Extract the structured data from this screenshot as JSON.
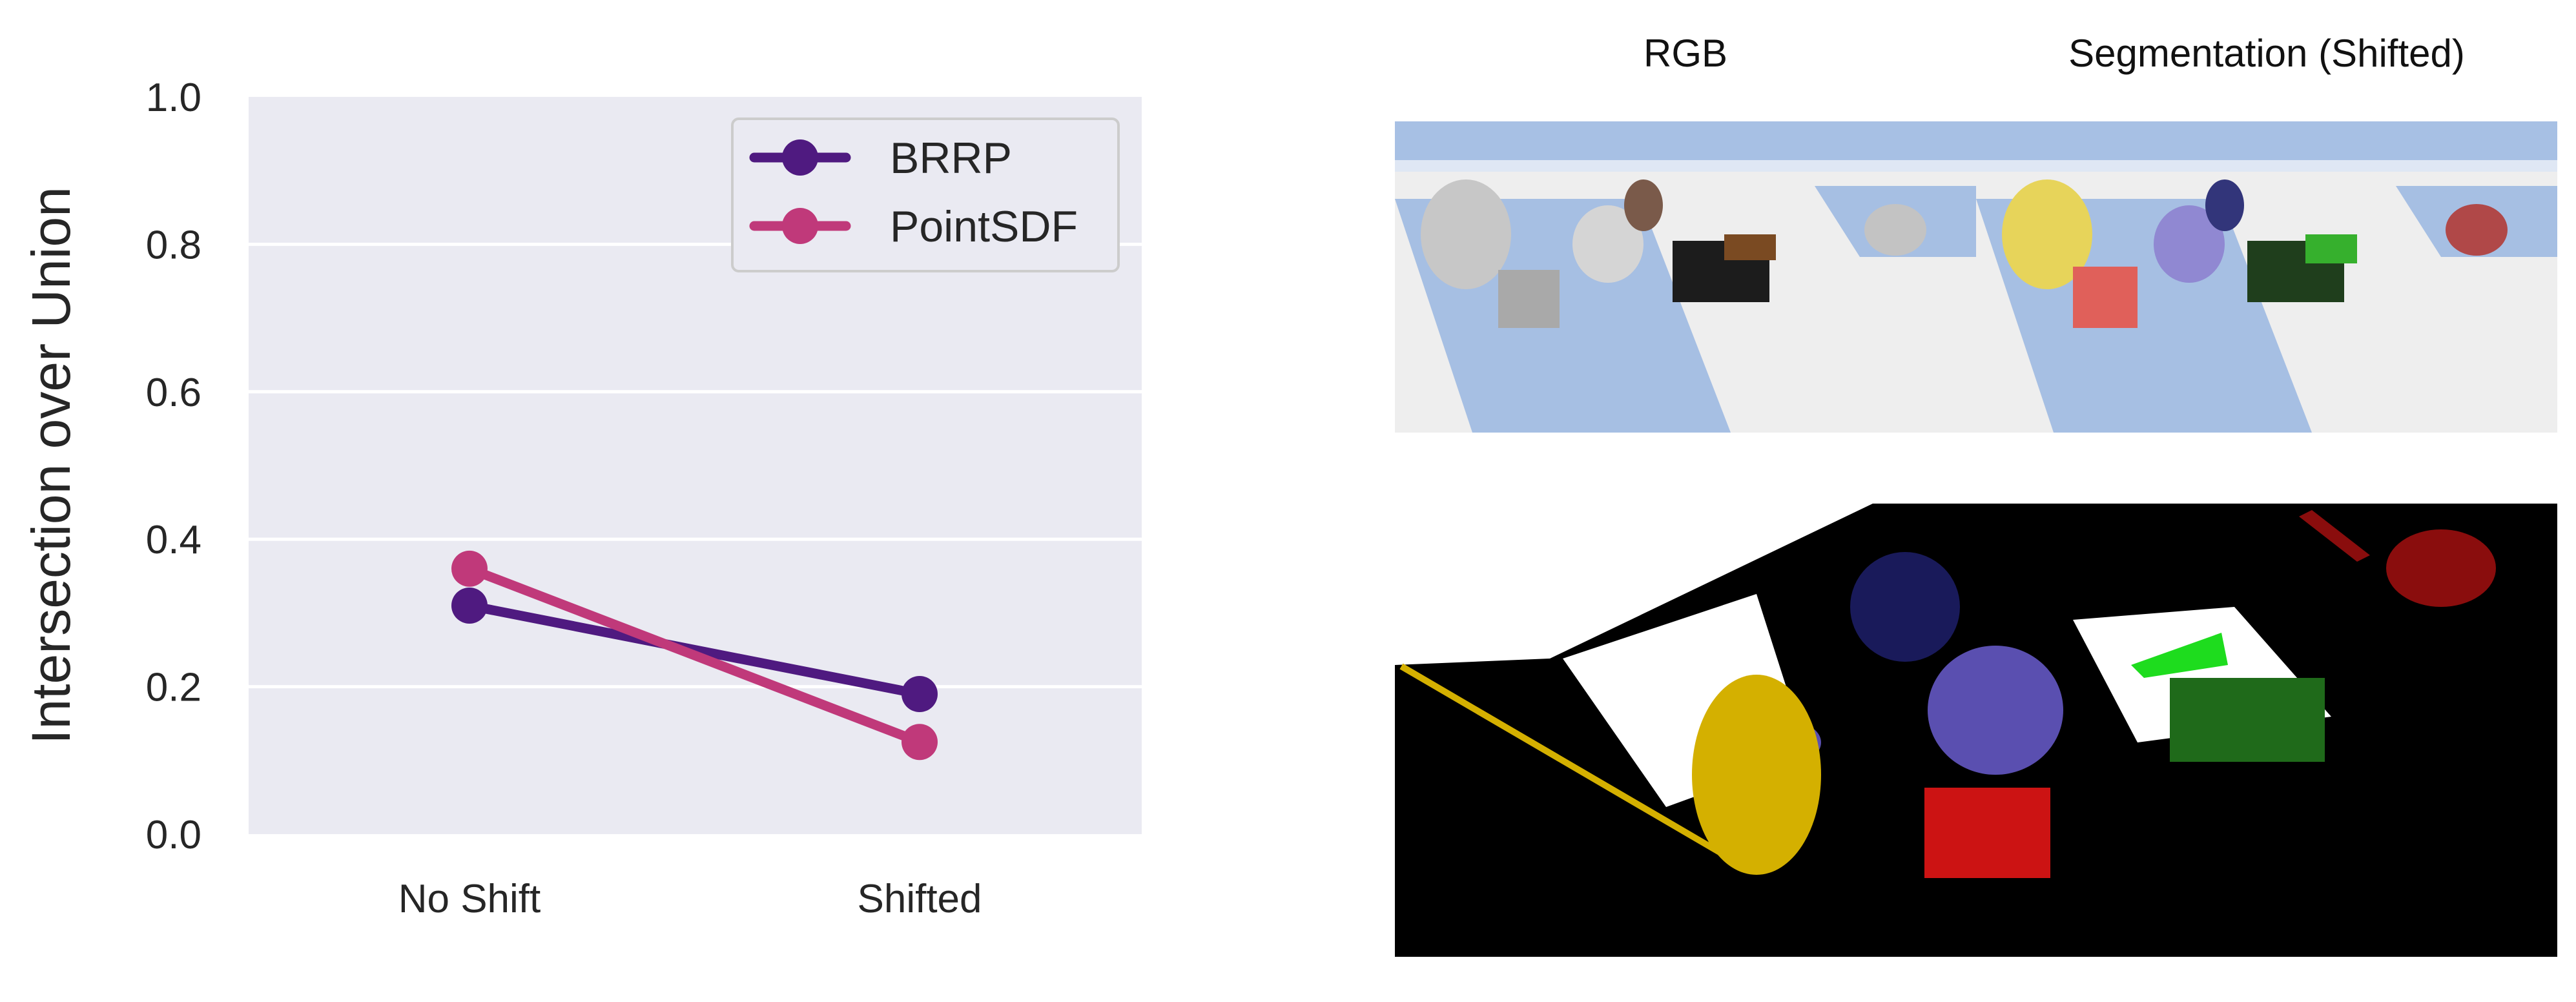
{
  "chart_data": {
    "type": "line",
    "categories": [
      "No Shift",
      "Shifted"
    ],
    "series": [
      {
        "name": "BRRP",
        "values": [
          0.31,
          0.19
        ],
        "color": "#4f1a80"
      },
      {
        "name": "PointSDF",
        "values": [
          0.36,
          0.125
        ],
        "color": "#c0397a"
      }
    ],
    "ylabel": "Intersection over Union",
    "xlabel": "",
    "ylim": [
      0,
      1.0
    ],
    "yticks": [
      "0.0",
      "0.2",
      "0.4",
      "0.6",
      "0.8",
      "1.0"
    ],
    "grid": true,
    "legend_position": "top-right",
    "plot_background": "#eaeaf2"
  },
  "images": {
    "rgb_title": "RGB",
    "segmentation_title": "Segmentation (Shifted)"
  }
}
